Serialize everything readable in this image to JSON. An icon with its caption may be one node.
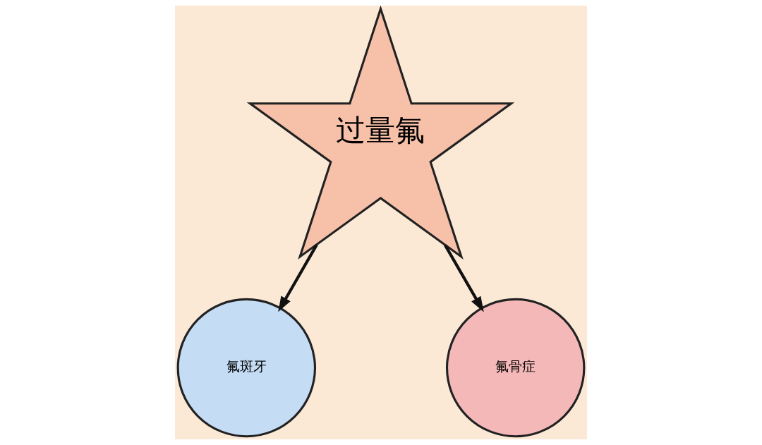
{
  "diagram": {
    "nodes": [
      {
        "text": [
          "过量氟"
        ]
      },
      {
        "text": [
          "氟斑牙"
        ]
      },
      {
        "text": [
          "氟骨症"
        ]
      }
    ],
    "edges": [
      {
        "from": 0,
        "to": 1,
        "arrow": "to"
      },
      {
        "from": 0,
        "to": 2,
        "arrow": "to"
      }
    ]
  }
}
